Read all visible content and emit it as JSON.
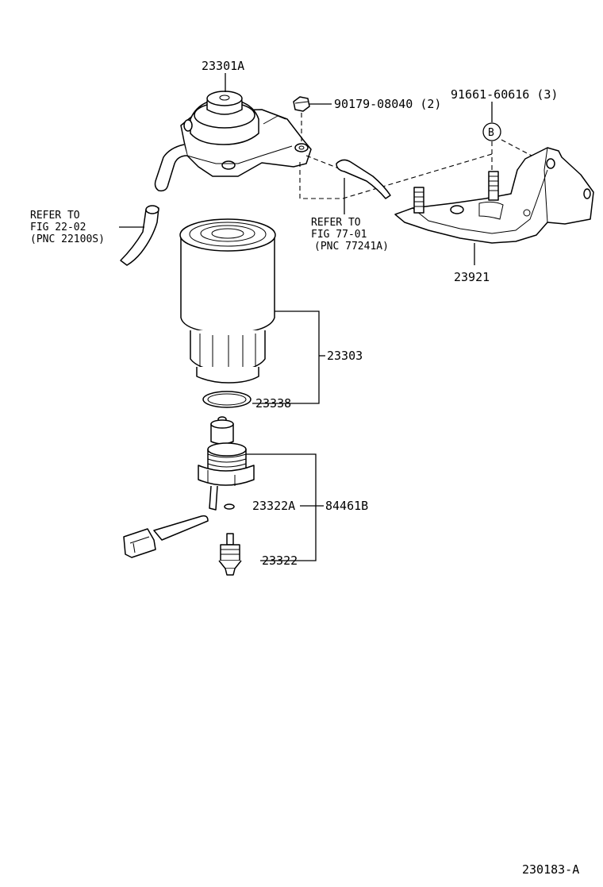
{
  "parts": {
    "housing": "23301A",
    "nut": "90179-08040 (2)",
    "stud": "91661-60616 (3)",
    "bracket": "23921",
    "element": "23303",
    "oring": "23338",
    "sensor_oring": "23322A",
    "sensor_assy": "84461B",
    "sensor": "23322"
  },
  "callout_b": "B",
  "refs": {
    "left": {
      "line1": "REFER TO",
      "line2": "FIG 22-02",
      "line3": "(PNC 22100S)"
    },
    "right": {
      "line1": "REFER TO",
      "line2": "FIG 77-01",
      "line3": "(PNC 77241A)"
    }
  },
  "figure_number": "230183-A"
}
